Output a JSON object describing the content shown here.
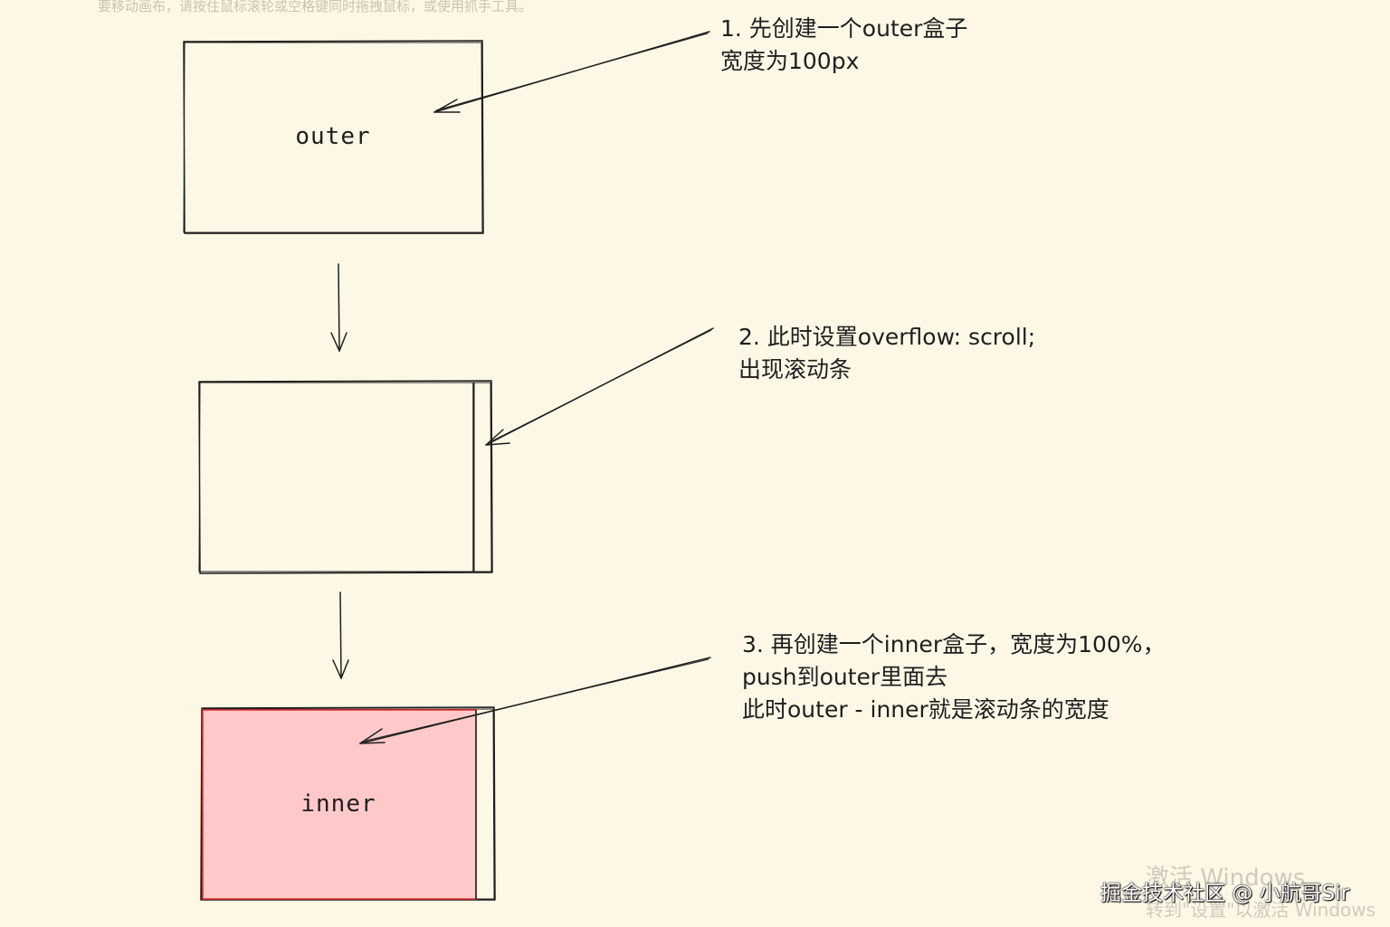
{
  "canvas_hint": "要移动画布，请按住鼠标滚轮或空格键同时拖拽鼠标，或使用抓手工具。",
  "boxes": {
    "outer_label": "outer",
    "inner_label": "inner"
  },
  "notes": {
    "step1": [
      "1. 先创建一个outer盒子",
      "宽度为100px"
    ],
    "step2": [
      "2. 此时设置overflow: scroll;",
      "出现滚动条"
    ],
    "step3": [
      "3. 再创建一个inner盒子，宽度为100%，",
      "push到outer里面去",
      "此时outer - inner就是滚动条的宽度"
    ]
  },
  "colors": {
    "background": "#fdf8e6",
    "stroke": "#1e1e1e",
    "inner_fill": "#ffc9c9",
    "inner_stroke": "#e03131"
  },
  "watermarks": {
    "activate_windows": "激活 Windows",
    "goto_settings": "转到\"设置\"以激活 Windows",
    "source": "掘金技术社区 @ 小航哥Sir"
  }
}
